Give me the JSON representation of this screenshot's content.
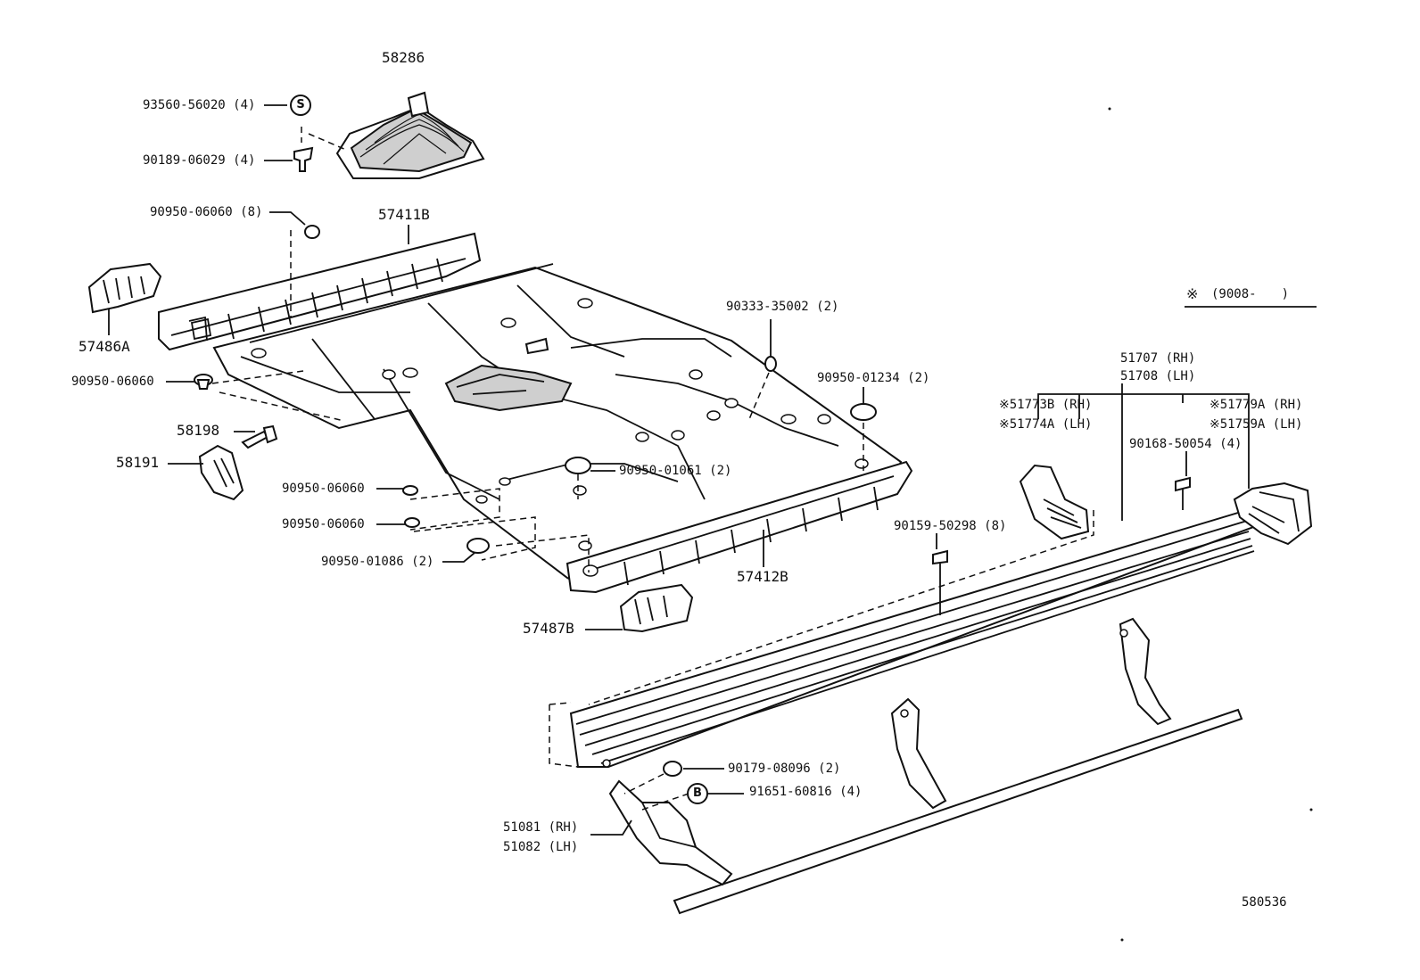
{
  "diagram_id": "580536",
  "variant_note": {
    "mark": "※",
    "text": "(9008-　　)"
  },
  "symbols": {
    "s": "S",
    "b": "B"
  },
  "labels": {
    "p58286": "58286",
    "p93560": "93560-56020 (4)",
    "p90189": "90189-06029 (4)",
    "p90950_8": "90950-06060 (8)",
    "p57411B": "57411B",
    "p57486A": "57486A",
    "p90950_a": "90950-06060",
    "p58198": "58198",
    "p58191": "58191",
    "p90950_b": "90950-06060",
    "p90950_c": "90950-06060",
    "p90950_01086": "90950-01086 (2)",
    "p90950_01061": "90950-01061 (2)",
    "p90333": "90333-35002 (2)",
    "p90950_01234": "90950-01234 (2)",
    "p57412B": "57412B",
    "p57487B": "57487B",
    "p51707": "51707 (RH)",
    "p51708": "51708 (LH)",
    "p51773B": "※51773B (RH)",
    "p51774A": "※51774A (LH)",
    "p51779A": "※51779A (RH)",
    "p51759A": "※51759A (LH)",
    "p90168": "90168-50054 (4)",
    "p90159": "90159-50298 (8)",
    "p90179": "90179-08096 (2)",
    "p91651": "91651-60816 (4)",
    "p51081": "51081 (RH)",
    "p51082": "51082 (LH)"
  }
}
